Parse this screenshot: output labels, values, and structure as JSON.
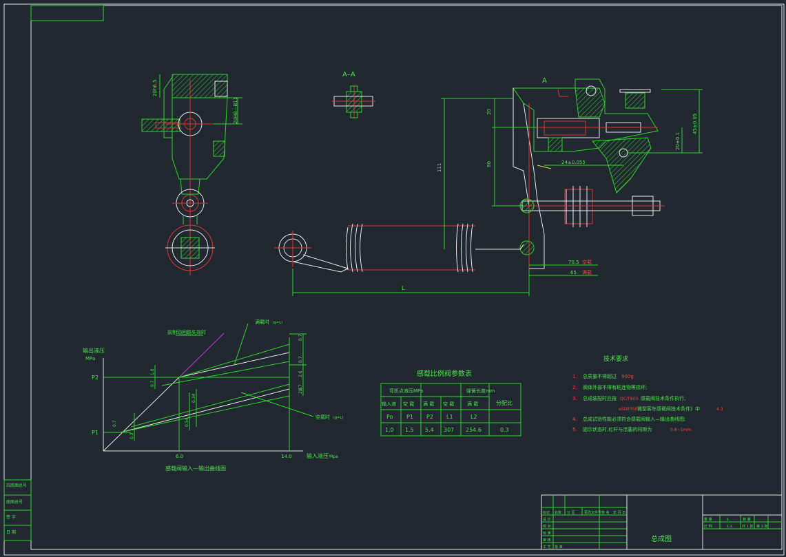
{
  "views": {
    "section_label": "A–A",
    "marker_a": "A"
  },
  "dims": {
    "d1": "20h6.5",
    "d2": "20H8—B11",
    "d3": "111",
    "d4": "20",
    "d5": "80",
    "d6": "24±0.055",
    "d7": "45±0.05",
    "d8": "20±0.1",
    "d9_val": "70.5",
    "d9_note": "空载",
    "d10_val": "65",
    "d10_note": "满载",
    "d11": "L"
  },
  "chart": {
    "title": "感载阀输入—输出曲线图",
    "xlabel": "输入液压",
    "xlabel_unit": "Mpa",
    "ylabel": "输出液压",
    "ylabel_unit": "MPa",
    "x_ticks": [
      "6.0",
      "14.0"
    ],
    "y_ticks": [
      "P2",
      "P1"
    ],
    "label_full": "满载时",
    "label_full_sub": "(g=L)",
    "label_empty": "空载时",
    "label_empty_sub": "(g=L)",
    "label_limit": "前制动回路失效时",
    "dim_a": "1.0",
    "dim_b": "0.7",
    "dim_c": "0.34",
    "dim_d": "0.54",
    "dim_e": "0.3",
    "dim_f": "0.7",
    "dim_g": "0.7",
    "dim_h": "0.7",
    "dim_i": "2.6",
    "dim_j": "2.6",
    "dim_k": "0.7"
  },
  "table": {
    "title": "感载比例阀参数表",
    "group1": "弯折点液压MPa",
    "group2": "弹簧长度mm",
    "group3": "分配比",
    "headers": [
      "输入液",
      "空 载",
      "满 载",
      "空 载",
      "满 载"
    ],
    "symbols": [
      "Po",
      "P1",
      "P2",
      "L1",
      "L2"
    ],
    "values": [
      "1.0",
      "1.5",
      "5.4",
      "307",
      "254.6",
      "0.3"
    ]
  },
  "requirements": {
    "title": "技术要求",
    "items": [
      {
        "num": "1.",
        "text": "总质量不得超过",
        "hl": "900g"
      },
      {
        "num": "2.",
        "text": "阀体外部不得有粘连物等损坏;",
        "hl": ""
      },
      {
        "num": "3.",
        "text": "总成装配时应按",
        "hl": "QC/T603-",
        "text2": "感载阀技术条件执行,"
      },
      {
        "num": "",
        "text": "",
        "hl": "eSD8350",
        "text2": "   微型客车感载阀技术条件》中",
        "hl2": "4.3"
      },
      {
        "num": "4.",
        "text": "总成试验性能必须符合感载阀输入—输出曲线图;",
        "hl": ""
      },
      {
        "num": "5.",
        "text": "固示状态时,杠杆与活塞的间隙为",
        "hl": "0.8~1mm."
      }
    ]
  },
  "side_labels": [
    "旧底图总号",
    "底图总号",
    "签  字",
    "日  期"
  ],
  "title_block": {
    "drawing_name": "总成图",
    "rows": [
      "设  计",
      "校  对",
      "标  准",
      "审  核",
      "工  艺",
      "批  准"
    ],
    "header": [
      "标记",
      "处数",
      "分 区",
      "更改文件号",
      "签 名",
      "年 月 日"
    ],
    "right_top": [
      "重 量",
      "1",
      "数 量",
      "比 例",
      "1:1",
      "共 1 张",
      "第 1 张"
    ]
  }
}
